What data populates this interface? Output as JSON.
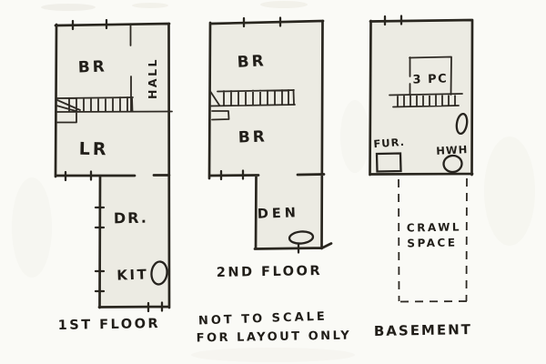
{
  "palette": {
    "paper": "#fafaf6",
    "plan_wash": "#ecebe3",
    "ink": "#29261f"
  },
  "plans": {
    "first_floor": {
      "caption": "1ST FLOOR",
      "rooms": {
        "bedroom": "BR",
        "hall": "HALL",
        "living_room": "LR",
        "dining_room": "DR.",
        "kitchen": "KIT"
      }
    },
    "second_floor": {
      "caption": "2ND FLOOR",
      "rooms": {
        "bedroom_front": "BR",
        "bedroom_rear": "BR",
        "den": "DEN"
      }
    },
    "basement": {
      "caption": "BASEMENT",
      "rooms": {
        "bathroom": "3 PC",
        "furnace": "FUR.",
        "water_heater": "HWH"
      },
      "crawl_space": {
        "line1": "CRAWL",
        "line2": "SPACE"
      }
    }
  },
  "note": {
    "line1": "NOT TO SCALE",
    "line2": "FOR LAYOUT ONLY"
  }
}
